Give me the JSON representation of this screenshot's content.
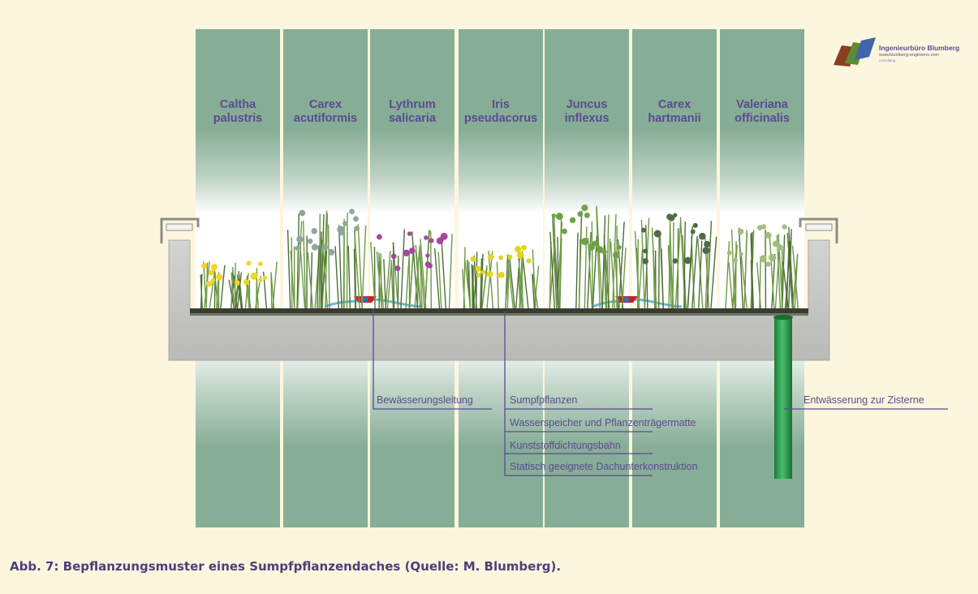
{
  "logo": {
    "title": "Ingenieurbüro Blumberg",
    "url": "www.blumberg-engineers.com",
    "subtitle": "consulting"
  },
  "species": [
    {
      "line1": "Caltha",
      "line2": "palustris",
      "color": "#f2d520"
    },
    {
      "line1": "Carex",
      "line2": "acutiformis",
      "color": "#8fa6a0"
    },
    {
      "line1": "Lythrum",
      "line2": "salicaria",
      "color": "#a24a9c"
    },
    {
      "line1": "Iris",
      "line2": "pseudacorus",
      "color": "#e3d61a"
    },
    {
      "line1": "Juncus",
      "line2": "inflexus",
      "color": "#6fa148"
    },
    {
      "line1": "Carex",
      "line2": "hartmanii",
      "color": "#4f6b48"
    },
    {
      "line1": "Valeriana",
      "line2": "officinalis",
      "color": "#9fbf7e"
    }
  ],
  "legend": {
    "irrigation": "Bewässerungsleitung",
    "layers": [
      "Sumpfpflanzen",
      "Wasserspeicher und Pflanzenträgermatte",
      "Kunststoffdichtungsbahn",
      "Statisch geeignete Dachunterkonstruktion"
    ],
    "drainage": "Entwässerung zur Zisterne"
  },
  "caption": "Abb. 7: Bepflanzungsmuster eines Sumpfpflanzendaches (Quelle: M. Blumberg).",
  "colors": {
    "background": "#fdf6de",
    "column": "#86ad95",
    "label_purple": "#5b4a93",
    "concrete": "#c9cac6",
    "pipe_green": "#2e9e4e",
    "valve_red": "#c8202a"
  }
}
